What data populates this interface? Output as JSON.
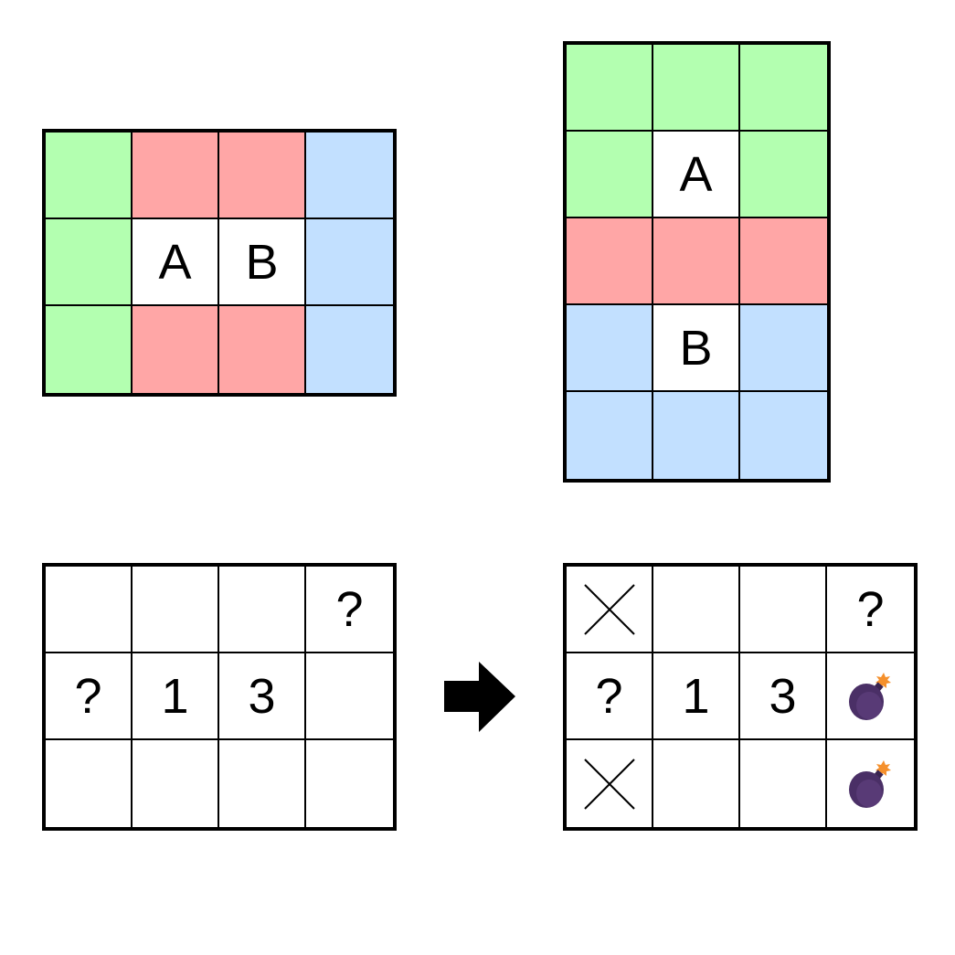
{
  "colors": {
    "green": "#b3ffb0",
    "red": "#ffa6a6",
    "blue": "#c2e0ff",
    "white": "#ffffff",
    "border": "#000000",
    "bomb": "#4a2f66",
    "fuse": "#f5902c"
  },
  "grids": [
    {
      "id": "grid-1",
      "rows": [
        [
          {
            "fill": "green",
            "text": ""
          },
          {
            "fill": "red",
            "text": ""
          },
          {
            "fill": "red",
            "text": ""
          },
          {
            "fill": "blue",
            "text": ""
          }
        ],
        [
          {
            "fill": "green",
            "text": ""
          },
          {
            "fill": "white",
            "text": "A"
          },
          {
            "fill": "white",
            "text": "B"
          },
          {
            "fill": "blue",
            "text": ""
          }
        ],
        [
          {
            "fill": "green",
            "text": ""
          },
          {
            "fill": "red",
            "text": ""
          },
          {
            "fill": "red",
            "text": ""
          },
          {
            "fill": "blue",
            "text": ""
          }
        ]
      ]
    },
    {
      "id": "grid-2",
      "rows": [
        [
          {
            "fill": "green",
            "text": ""
          },
          {
            "fill": "green",
            "text": ""
          },
          {
            "fill": "green",
            "text": ""
          }
        ],
        [
          {
            "fill": "green",
            "text": ""
          },
          {
            "fill": "white",
            "text": "A"
          },
          {
            "fill": "green",
            "text": ""
          }
        ],
        [
          {
            "fill": "red",
            "text": ""
          },
          {
            "fill": "red",
            "text": ""
          },
          {
            "fill": "red",
            "text": ""
          }
        ],
        [
          {
            "fill": "blue",
            "text": ""
          },
          {
            "fill": "white",
            "text": "B"
          },
          {
            "fill": "blue",
            "text": ""
          }
        ],
        [
          {
            "fill": "blue",
            "text": ""
          },
          {
            "fill": "blue",
            "text": ""
          },
          {
            "fill": "blue",
            "text": ""
          }
        ]
      ]
    },
    {
      "id": "grid-3",
      "rows": [
        [
          {
            "fill": "white",
            "text": ""
          },
          {
            "fill": "white",
            "text": ""
          },
          {
            "fill": "white",
            "text": ""
          },
          {
            "fill": "white",
            "text": "?"
          }
        ],
        [
          {
            "fill": "white",
            "text": "?"
          },
          {
            "fill": "white",
            "text": "1"
          },
          {
            "fill": "white",
            "text": "3"
          },
          {
            "fill": "white",
            "text": ""
          }
        ],
        [
          {
            "fill": "white",
            "text": ""
          },
          {
            "fill": "white",
            "text": ""
          },
          {
            "fill": "white",
            "text": ""
          },
          {
            "fill": "white",
            "text": ""
          }
        ]
      ]
    },
    {
      "id": "grid-4",
      "rows": [
        [
          {
            "fill": "white",
            "icon": "cross-icon"
          },
          {
            "fill": "white",
            "text": ""
          },
          {
            "fill": "white",
            "text": ""
          },
          {
            "fill": "white",
            "text": "?"
          }
        ],
        [
          {
            "fill": "white",
            "text": "?"
          },
          {
            "fill": "white",
            "text": "1"
          },
          {
            "fill": "white",
            "text": "3"
          },
          {
            "fill": "white",
            "icon": "bomb-icon"
          }
        ],
        [
          {
            "fill": "white",
            "icon": "cross-icon"
          },
          {
            "fill": "white",
            "text": ""
          },
          {
            "fill": "white",
            "text": ""
          },
          {
            "fill": "white",
            "icon": "bomb-icon"
          }
        ]
      ]
    }
  ],
  "arrow_icon": "right-arrow-icon"
}
